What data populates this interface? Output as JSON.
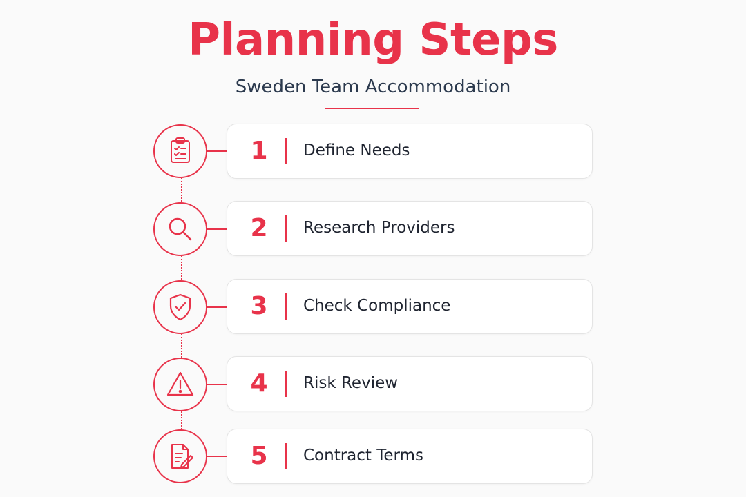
{
  "title": "Planning Steps",
  "subtitle": "Sweden Team Accommodation",
  "colors": {
    "accent": "#e8334a",
    "text_dark": "#1f2430",
    "subtitle": "#2c3a4e",
    "card_border": "#e4e4e4",
    "background": "#fafafa"
  },
  "steps": [
    {
      "number": "1",
      "label": "Define Needs",
      "icon": "clipboard-checklist-icon"
    },
    {
      "number": "2",
      "label": "Research Providers",
      "icon": "magnifier-icon"
    },
    {
      "number": "3",
      "label": "Check Compliance",
      "icon": "shield-check-icon"
    },
    {
      "number": "4",
      "label": "Risk Review",
      "icon": "warning-triangle-icon"
    },
    {
      "number": "5",
      "label": "Contract Terms",
      "icon": "document-pen-icon"
    }
  ]
}
